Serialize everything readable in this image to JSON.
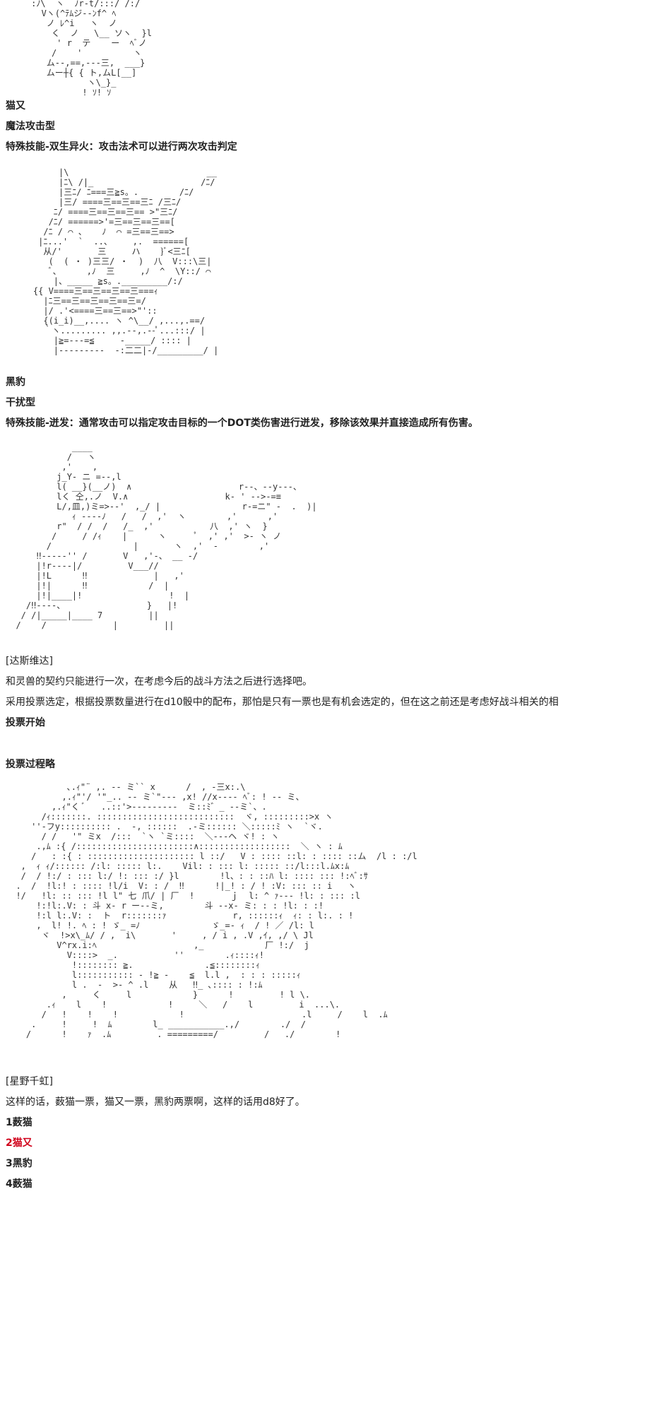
{
  "aa_top": "     :ﾉ\\  ヽ  ﾉr-t/:::/ /:/\n       Vヽ(^ﾃﾑジ--ﾝf^ ﾍ\n        ノ ﾚ^i   ヽ  ノ\n         く  ノ   \\__ ソヽ  }l\n          ' r  テ    ー  ﾍﾞノ\n         /    '          ヽ\n        ム--,==,---三,  ___}\n        ムー┼{ { ト,ムL[__]\n                ヽ\\_}_\n               ! ｿ! ｿ",
  "section1": {
    "name": "猫又",
    "type": "魔法攻击型",
    "skill": "特殊技能-双生异火：攻击法术可以进行两次攻击判定"
  },
  "aa_cat": "         |\\                           __\n         |ﾆ\\ /|_                     /ﾆ/\n         |三ﾆ/ ﾆ===三≧s。.        /ﾆ/\n         |三/ ====三==三==三ﾆ /三ﾆ/\n        ﾆ/ ====三==三==三== >\"三ﾆ/\n       /ﾆ/ ======>'=三==三==三==[\n      /ﾆ / ⌒ 、   ﾉ  ⌒ =三==三==>\n     |ﾆ...'  `  ..、    ,.  ======[\n      从/'       三     ハ    }ﾞ<三ﾆ[\n       (  ( ・ )三三/ ・  )  八  V:::\\三|\n       ﾞ、     ,ﾉ  三     ,ﾉ  ^  \\Y::/ ⌒\n        |、_____ ≧s。._________/:/\n    {{ V====三==三==三==三===ｨ\n      |ﾆ三==三==三==三==三=/\n      |/ .'<====三==三==>\"'::\n      {(i_i)__,.... ヽ ^\\__/ ,...,.==/\n      ｀ヽ......... ,,.--,.--ﾟ...:::/ |\n        |≧=---=≦     -_____/ :::: |\n        |---------  -:二二|-/_________/ |",
  "section2": {
    "name": "黑豹",
    "type": "干扰型",
    "skill": "特殊技能-迸发：通常攻击可以指定攻击目标的一个DOT类伤害进行迸发，移除该效果并直接造成所有伤害。"
  },
  "aa_fight": "             ____\n            /   ヽ\n           ,'    ,\n          j_Y- ニ =--,l\n          l( __}(__ノ)  ∧                     r--、--y---、\n          lく 仝,.ノ  V.∧                   k- ' -->-=≡\n          L/,皿,)ミ=>--'  ,_/ |                r-=ニ\" -  .  )|\n             ｨ ‐--‐ﾉ   /   /  ,'  ヽ        ,'      ,'\n          r\"  / /  /   /_  ,'           八  ,' ヽ  }\n         /     / /ｨ    |      ヽ      ﾟ  ,' ,'  >- ヽ ノ\n        /                |       ヽ  ,'  -        ,'\n      ‼----‐'' /       V   ,'‐、 __ -/\n      |!r---‐|/         V___//\n      |!L      ‼             |   ,'\n      |!|      ‼            /  |\n      |!|____|!                 !  |\n    /‼----、                }   |!\n   / /|_____|____ 7         ||\n  /    /             |         ||",
  "section3": {
    "speaker": "[达斯维达]",
    "line1": "和灵兽的契约只能进行一次，在考虑今后的战斗方法之后进行选择吧。",
    "line2": "采用投票选定，根据投票数量进行在d10骰中的配布，那怕是只有一票也是有机会选定的，但在这之前还是考虑好战斗相关的相",
    "vote_start": "投票开始",
    "vote_omit": "投票过程略"
  },
  "aa_girl": "            ､.ｨ\"¨ ,. -- ミ`` x      /  , -三x:.\\\n           ,.ｨ\"'/ '\"_.. -- ミ`\"--- ,x! //x---- ﾍﾞ: ! -- ミ、\n         ,.ｨ\"く ﾞ   ..::'>-‐‐‐‐‐‐‐-  ミ::ﾐ゛_ --ミ`、.\n       /ｨ:::::::. :::::::::::::::::::::::::::  ヾ, :::::::::>x ヽ\n     ''‐フy:::::::::: .  -, ::::::  .-ミ:::::: ＼:::::ﾐ ヽ  `ヾ.\n       / /   '\" ミx  /:::  `ヽ `ミ::::  ＼---ヘ ヾ! : ヽ\n      .,ﾑ :{ /:::::::::::::::::::::::∧::::::::::::::::::  ＼ ヽ : ﾑ\n     /   : :{ : ::::::::::::::::::::: l ::/   V : :::: ::l: : :::: ::ム  /l : :/l\n   ,  ｨ ｨ/:::::: /:l: ::::: l:.    Vil: : ::: l: ::::: ::/l:::l.ﾑx:ﾑ\n   /  / !:/ : ::: l:/ !: ::: :/ }l        !l、: : ::ﾊ l: :::: ::: !:ﾍﾞ:ｻ\n  .  /  !l:! : :::: !l/i  V: : /  ‼      !|_! : / ! :V: ::: :: i   ヽ\n  !/   !l: :: ::: !l l\" 七 爪/ | 厂  !       ｊ  l: ^ ｧ--- !l: : ::: :l\n      !:!l:.V: : 斗 x- r ー--ミ,        斗 --x- ミ: : : !l: : :!\n      !:l l:.V: :  ト  r:::::::ｧ             r, ::::::ｨ  ｨ: : l:. : !\n      ,  l! !. ﾍ : ! ゞ_ =ﾉ              ゞ_=- ｨ  / ! ／ /l: l\n       ヾ  !>x\\_ﾑ/ / ,  i\\       '     , / i , .V ,ｲ, ,/ \\ Jl\n          V^rx.i:ﾍ                   ,_            厂 !:/  j\n            V::::>  _.           ''        .ｨ::::ｨ!\n             !:::::::: ≧.              .≦::::::::ｨ\n             l::::::::::: - !≧ -    ≦  l.l ,  : : : :::::ｨ\n             l .  -  >- ^ .l    从   ‼_ ､:::: : !:ﾑ\n           ,     く     l            }      !         ! l \\.\n        .ｨ    l    !            !     ＼   /    l         i  ...\\.\n       /   !    !    !            !                       .l     /    l  .ﾑ\n     .     !     !  ﾑ        l_ ___________.,/        ./  /\n    /      !    ｧ  .ﾑ         . =========/         /   ./        !",
  "section4": {
    "speaker": "[星野千虹]",
    "line1": "这样的话，薮猫一票，猫又一票，黑豹两票啊，这样的话用d8好了。",
    "options": [
      {
        "label": "1薮猫",
        "highlight": false
      },
      {
        "label": "2猫又",
        "highlight": true
      },
      {
        "label": "3黑豹",
        "highlight": false
      },
      {
        "label": "4薮猫",
        "highlight": false
      }
    ]
  },
  "colors": {
    "highlight": "#d0001a",
    "text": "#222222"
  }
}
